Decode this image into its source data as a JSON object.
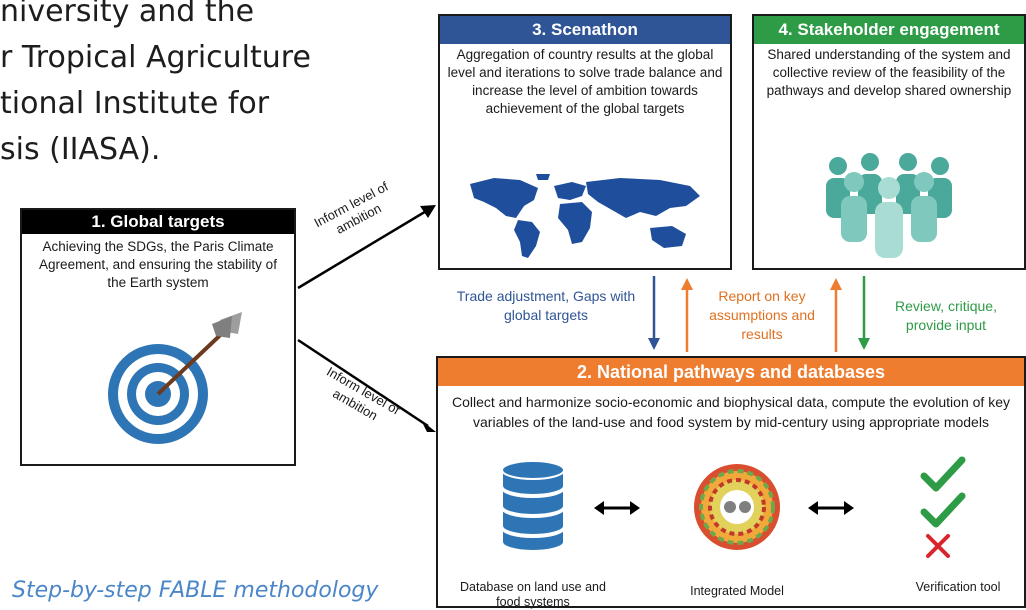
{
  "background": {
    "line1": "niversity and the",
    "line2": "r Tropical Agriculture",
    "line3": "tional Institute for",
    "line4": "sis (IIASA)."
  },
  "caption": "Step-by-step FABLE methodology",
  "box1": {
    "title": "1. Global targets",
    "text": "Achieving the SDGs, the Paris Climate Agreement, and ensuring the stability of the Earth system",
    "color": "#000000"
  },
  "box2": {
    "title": "2. National pathways and databases",
    "text": "Collect and harmonize socio-economic and biophysical data, compute the evolution of key variables of the land-use and food system by mid-century using appropriate models",
    "color": "#ef7d2f",
    "db_label": "Database on land use and food systems",
    "model_label": "Integrated Model",
    "verify_label": "Verification tool"
  },
  "box3": {
    "title": "3. Scenathon",
    "text": "Aggregation of country results at the global level and iterations to solve trade balance and increase the level of ambition towards achievement of the global targets",
    "color": "#2f5597"
  },
  "box4": {
    "title": "4. Stakeholder engagement",
    "text": "Shared understanding of the system and collective review of the feasibility of the pathways and develop shared ownership",
    "color": "#2e9b46"
  },
  "arrows": {
    "upper": "Inform level of ambition",
    "lower": "Inform level of ambition",
    "trade": "Trade adjustment, Gaps with global targets",
    "report": "Report on key assumptions and results",
    "review": "Review, critique, provide input"
  }
}
